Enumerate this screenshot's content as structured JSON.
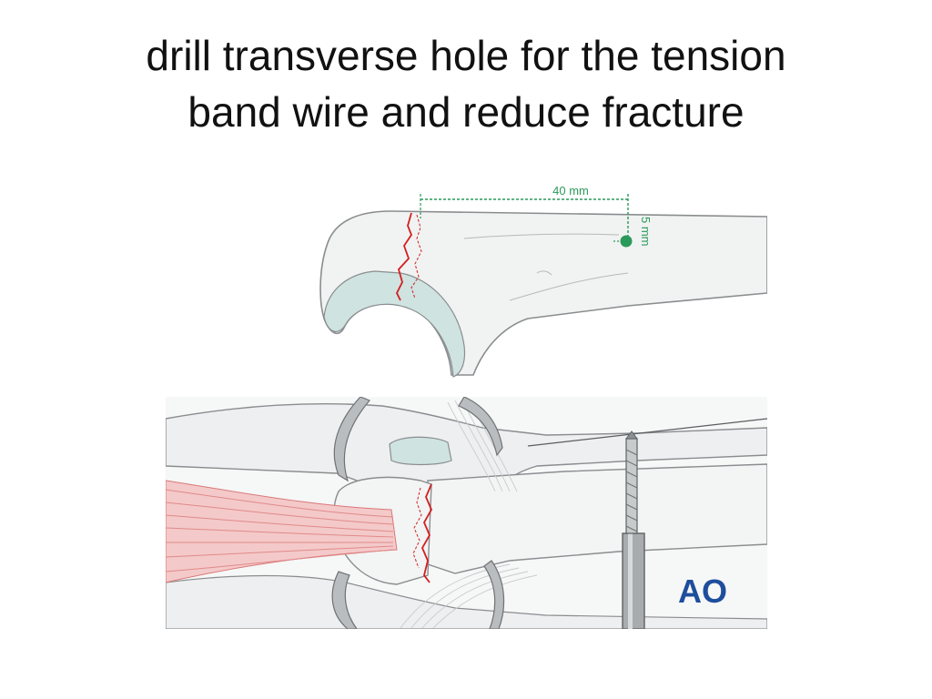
{
  "slide": {
    "title_lines": [
      "drill transverse hole for the tension",
      "band wire and reduce fracture"
    ]
  },
  "top_illustration": {
    "horizontal_distance_label": "40 mm",
    "vertical_distance_label": "5 mm",
    "colors": {
      "measurement": "#2a9a5a",
      "fracture_line": "#d21f1f",
      "bone_fill": "#f1f2f2",
      "bone_outline": "#8a8d8f",
      "cartilage": "#cfe3e1"
    }
  },
  "bottom_illustration": {
    "logo_text": "AO",
    "colors": {
      "logo": "#1e4e9c",
      "muscle": "#e08a8a",
      "instrument": "#8c9093"
    }
  }
}
